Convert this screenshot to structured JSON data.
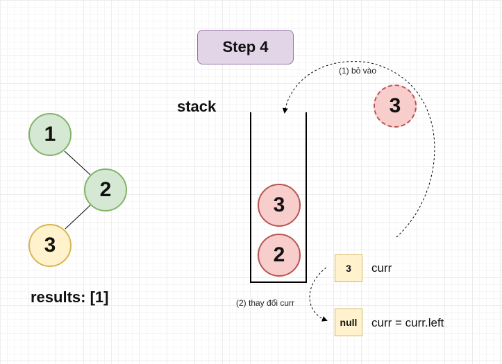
{
  "step": {
    "title": "Step 4"
  },
  "tree": {
    "nodes": [
      {
        "value": "1",
        "color": "#d5e8d4"
      },
      {
        "value": "2",
        "color": "#d5e8d4"
      },
      {
        "value": "3",
        "color": "#fff2cc"
      }
    ]
  },
  "results_label": "results: [1]",
  "stack": {
    "label": "stack",
    "items": [
      "3",
      "2"
    ]
  },
  "incoming_node": "3",
  "annotations": {
    "push": "(1) bỏ vào",
    "change": "(2) thay đổi curr"
  },
  "pointers": [
    {
      "box": "3",
      "text": "curr"
    },
    {
      "box": "null",
      "text": "curr = curr.left"
    }
  ],
  "colors": {
    "green_fill": "#d5e8d4",
    "yellow_fill": "#fff2cc",
    "red_fill": "#f8cecc",
    "purple_fill": "#e1d5e7"
  }
}
